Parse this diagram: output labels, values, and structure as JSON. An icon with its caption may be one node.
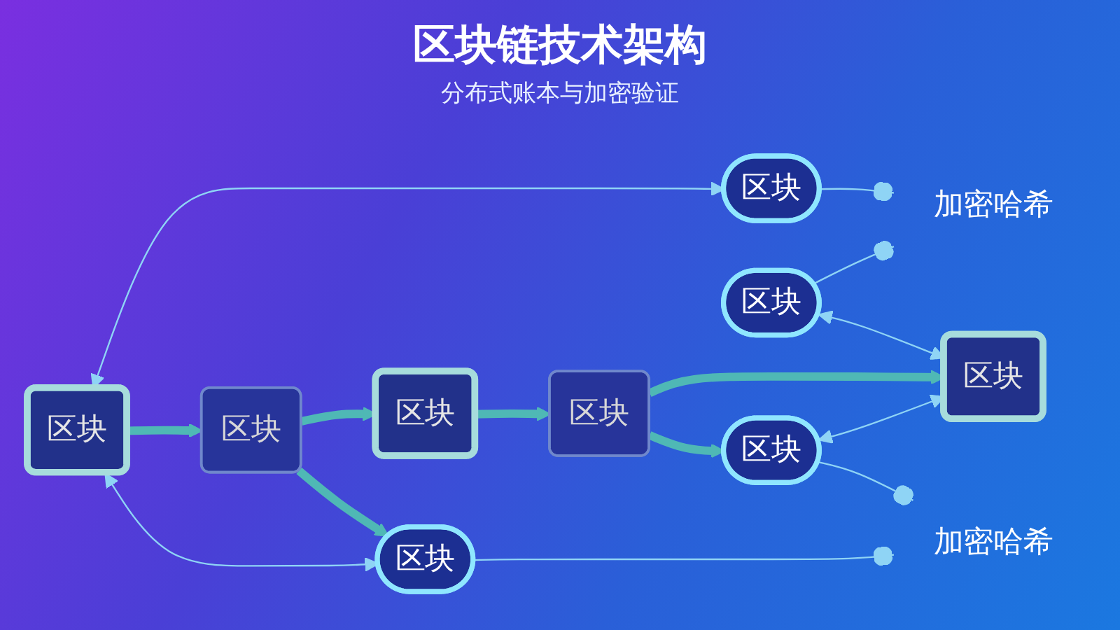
{
  "diagram": {
    "title": "区块链技术架构",
    "nodes": [
      {
        "text": [
          "区块"
        ]
      },
      {
        "text": [
          "加密哈希"
        ]
      },
      {
        "text": [
          "区块"
        ]
      },
      {
        "text": [
          "区块"
        ]
      },
      {
        "text": [
          "区块"
        ]
      },
      {
        "text": [
          "区块"
        ]
      },
      {
        "text": [
          "区块"
        ]
      },
      {
        "text": [
          "区块"
        ]
      },
      {
        "text": [
          "区块"
        ]
      },
      {
        "text": [
          "加密哈希"
        ]
      },
      {
        "text": [
          "区块"
        ]
      }
    ],
    "edges": [
      {
        "from": 0,
        "to": 1,
        "arrow": "other"
      },
      {
        "from": 2,
        "to": 1,
        "arrow": "other"
      },
      {
        "from": 3,
        "to": 0,
        "arrow": "both"
      },
      {
        "from": 2,
        "to": 7,
        "arrow": "both"
      },
      {
        "from": 3,
        "to": 4,
        "arrow": "to",
        "style": "thick",
        "color": "#4fb8b5"
      },
      {
        "from": 4,
        "to": 5,
        "arrow": "to",
        "style": "thick",
        "color": "#4fb8b5"
      },
      {
        "from": 5,
        "to": 6,
        "arrow": "to",
        "style": "thick",
        "color": "#4fb8b5"
      },
      {
        "from": 6,
        "to": 7,
        "arrow": "to",
        "style": "thick",
        "color": "#4fb8b5"
      },
      {
        "from": 4,
        "to": 8,
        "arrow": "to",
        "style": "thick",
        "color": "#4fb8b5"
      },
      {
        "from": 6,
        "to": 10,
        "arrow": "to",
        "style": "thick",
        "color": "#4fb8b5"
      },
      {
        "from": 3,
        "to": 8,
        "arrow": "both"
      },
      {
        "from": 10,
        "to": 7,
        "arrow": "both"
      },
      {
        "from": 8,
        "to": 9,
        "arrow": "other"
      },
      {
        "from": 10,
        "to": 9,
        "arrow": "other"
      }
    ],
    "labels": [
      "分布式账本与加密验证"
    ]
  }
}
